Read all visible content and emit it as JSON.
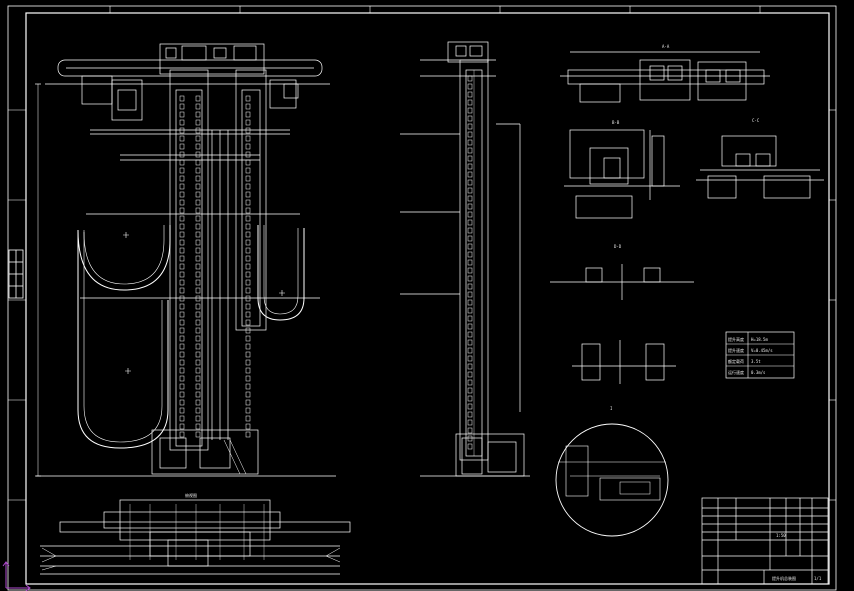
{
  "colors": {
    "background": "#000000",
    "line": "#ffffff",
    "dim": "#d8d8d8",
    "ucs": "#b04bd0"
  },
  "icons": {
    "ucs": "ucs-axis-icon"
  },
  "labels": {
    "section_aa": "A-A",
    "section_bb": "B-B",
    "section_cc": "C-C",
    "section_dd": "D-D",
    "detail_1": "I",
    "plan_view": "俯视图",
    "title_block_scale": "1:50",
    "title_block_project": "提升机总装图",
    "title_block_sheet": "1/1"
  },
  "spec_table": {
    "rows": [
      [
        "提升高度",
        "H=18.5m"
      ],
      [
        "提升速度",
        "V=0.45m/s"
      ],
      [
        "额定载荷",
        "3.5t"
      ],
      [
        "运行速度",
        "0.3m/s"
      ]
    ]
  }
}
